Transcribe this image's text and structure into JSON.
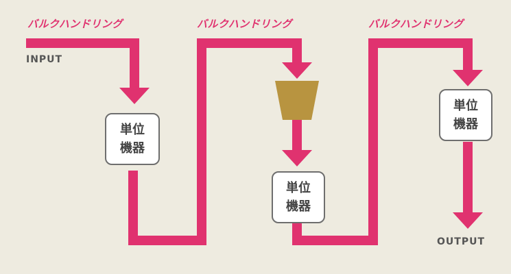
{
  "colors": {
    "background": "#eeebe0",
    "flow_line": "#e0326f",
    "hopper": "#b89440",
    "unit_border": "#6e6e6e",
    "io_text": "#555555"
  },
  "labels": {
    "bulk_handling_1": "バルクハンドリング",
    "bulk_handling_2": "バルクハンドリング",
    "bulk_handling_3": "バルクハンドリング",
    "input": "INPUT",
    "output": "OUTPUT"
  },
  "units": [
    {
      "label": "単位機器"
    },
    {
      "label": "単位機器"
    },
    {
      "label": "単位機器"
    }
  ],
  "icons": {
    "arrow": "arrow-down-icon",
    "hopper": "hopper-icon"
  }
}
